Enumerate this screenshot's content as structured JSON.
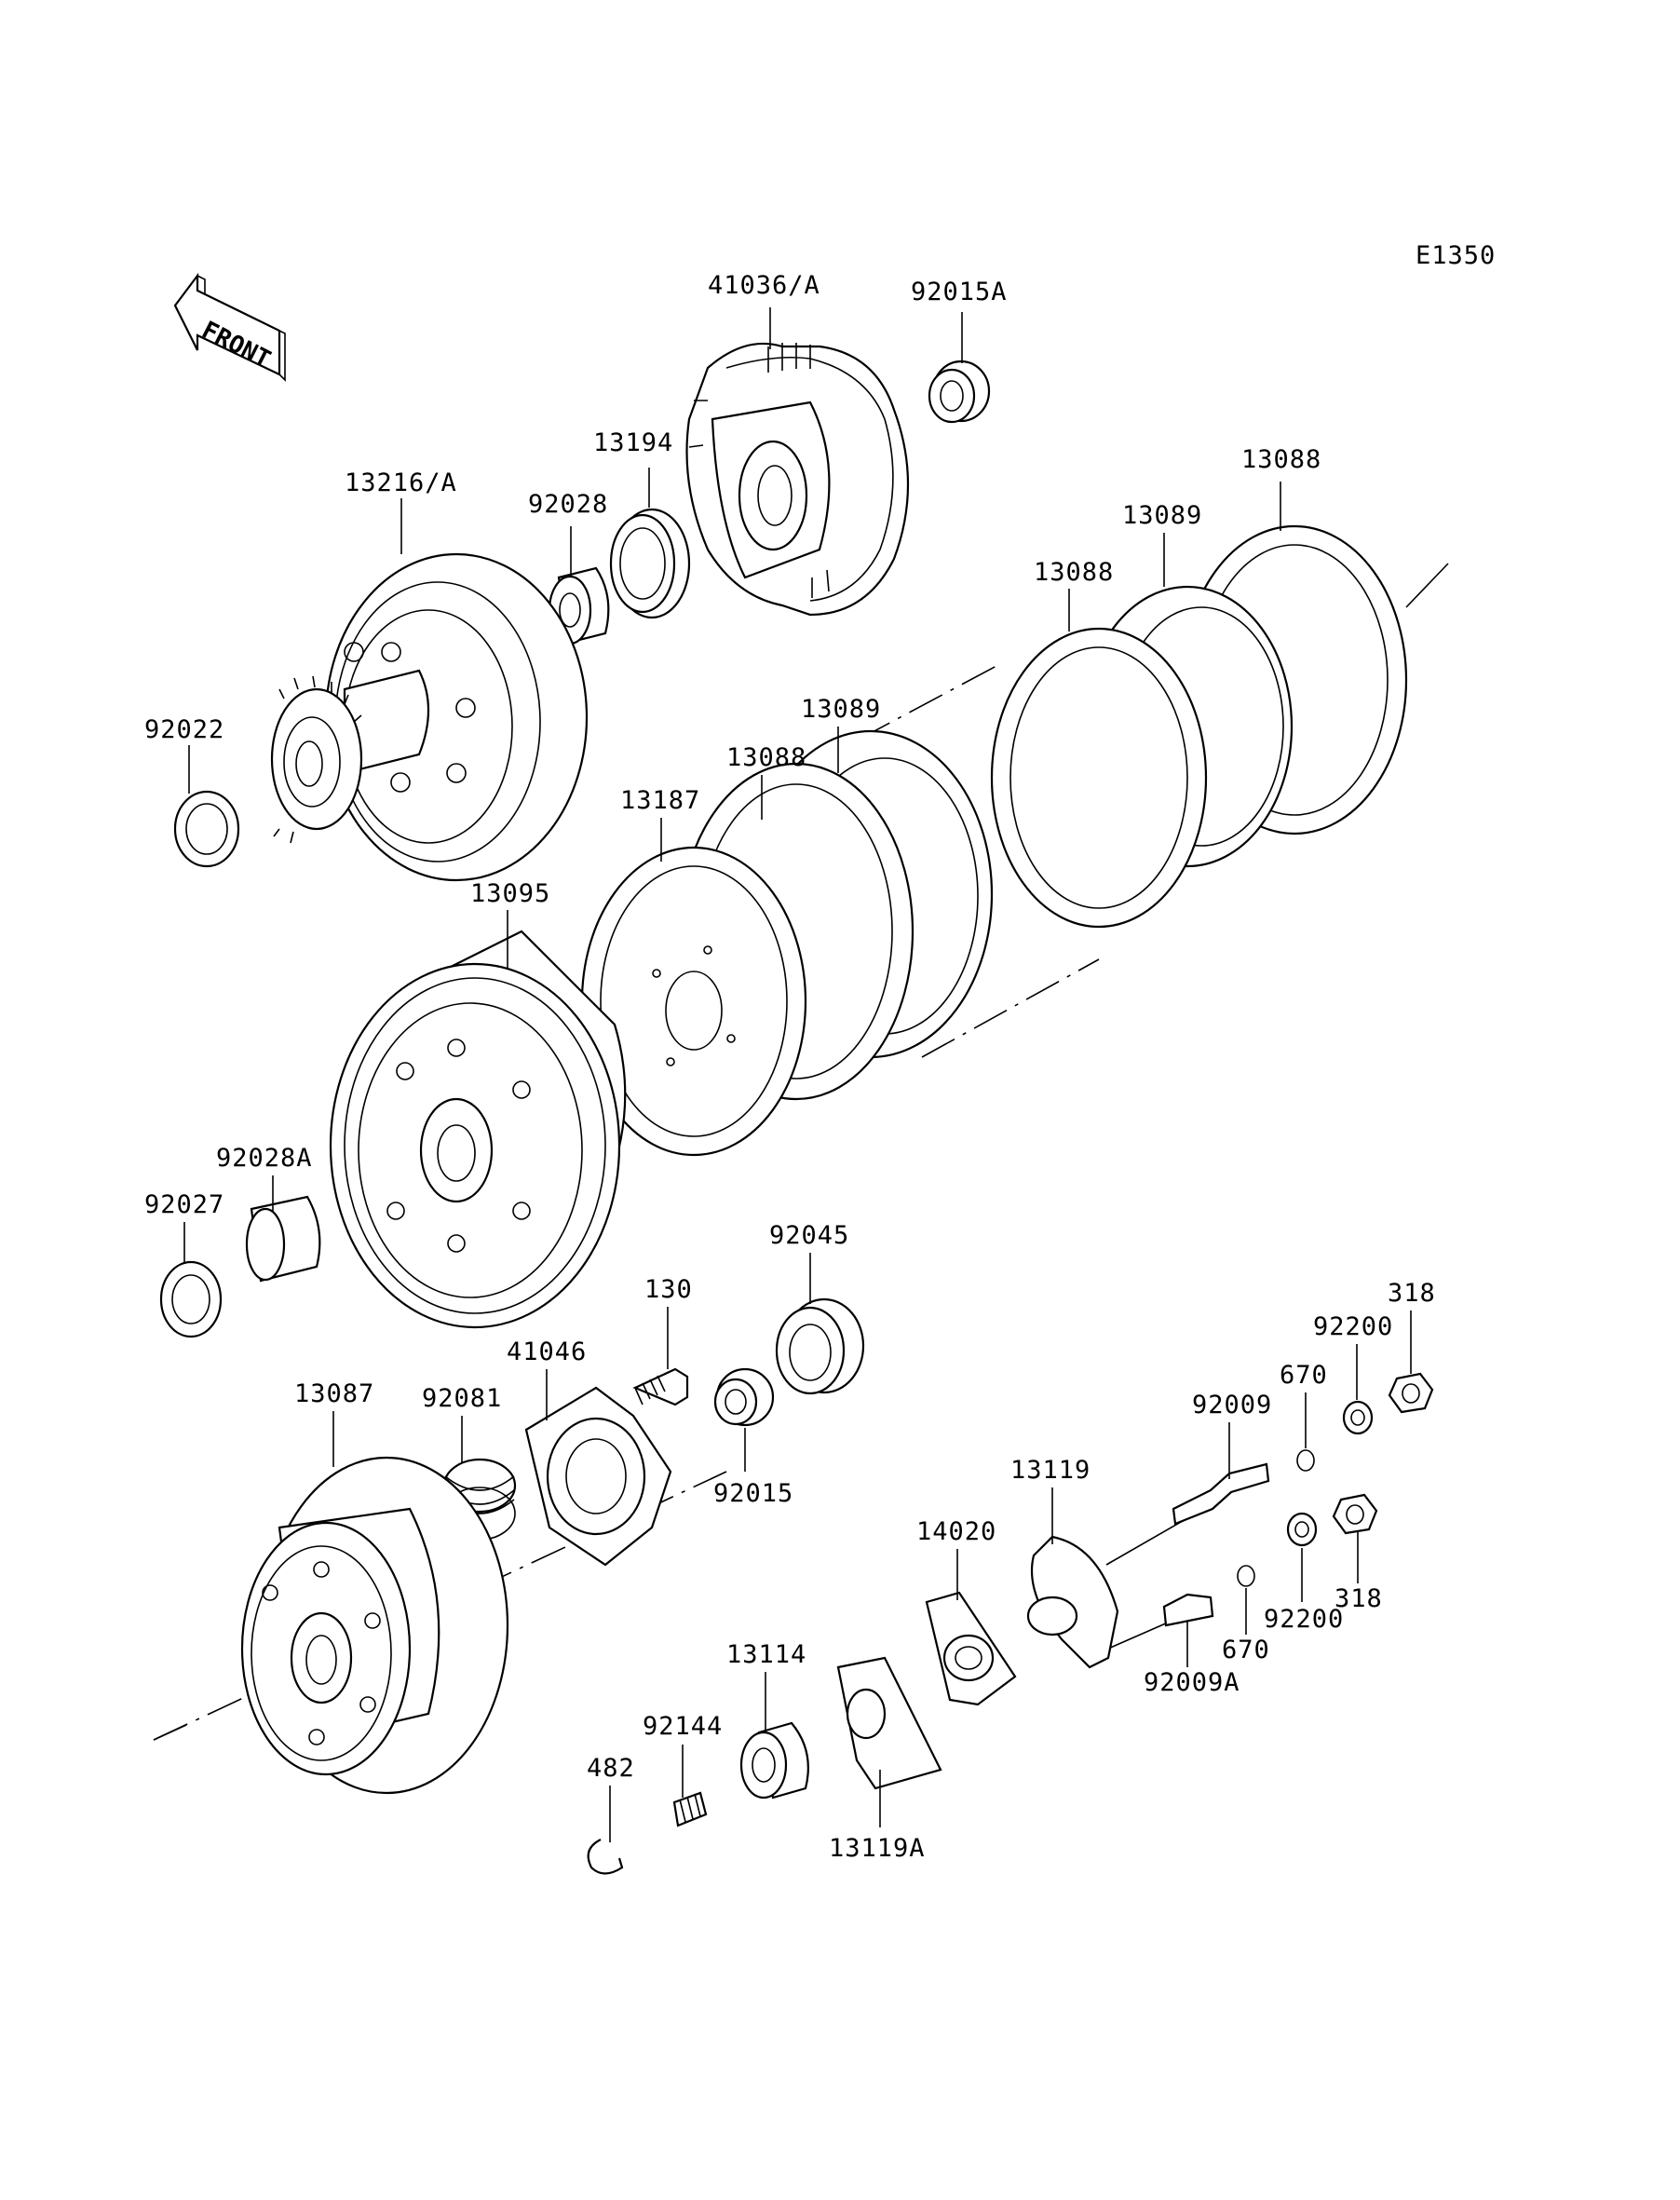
{
  "diagram_code": "E1350",
  "front_label": "FRONT",
  "labels": {
    "p41036a": "41036/A",
    "p92015a": "92015A",
    "p13194": "13194",
    "p13216a": "13216/A",
    "p92028": "92028",
    "p13088_top": "13088",
    "p13089_top": "13089",
    "p13088_mid": "13088",
    "p92022": "92022",
    "p13089_mid": "13089",
    "p13088_low": "13088",
    "p13187": "13187",
    "p13095": "13095",
    "p92028a": "92028A",
    "p92027": "92027",
    "p92045": "92045",
    "p130": "130",
    "p318_top": "318",
    "p92200_top": "92200",
    "p41046": "41046",
    "p13087": "13087",
    "p92081": "92081",
    "p670_top": "670",
    "p92009": "92009",
    "p92015": "92015",
    "p13119": "13119",
    "p14020": "14020",
    "p318_low": "318",
    "p92200_low": "92200",
    "p670_low": "670",
    "p13114": "13114",
    "p92009a": "92009A",
    "p92144": "92144",
    "p482": "482",
    "p13119a": "13119A"
  }
}
